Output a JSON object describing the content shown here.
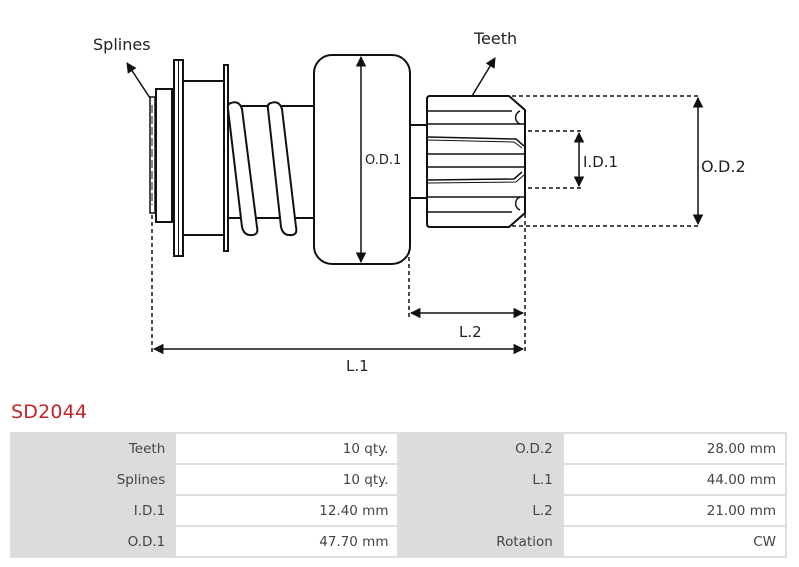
{
  "product": {
    "code": "SD2044"
  },
  "diagram": {
    "labels": {
      "splines": "Splines",
      "teeth": "Teeth",
      "od1": "O.D.1",
      "id1": "I.D.1",
      "od2": "O.D.2",
      "l1": "L.1",
      "l2": "L.2"
    }
  },
  "specs": {
    "rows": [
      {
        "left_label": "Teeth",
        "left_value": "10 qty.",
        "right_label": "O.D.2",
        "right_value": "28.00 mm"
      },
      {
        "left_label": "Splines",
        "left_value": "10 qty.",
        "right_label": "L.1",
        "right_value": "44.00 mm"
      },
      {
        "left_label": "I.D.1",
        "left_value": "12.40 mm",
        "right_label": "L.2",
        "right_value": "21.00 mm"
      },
      {
        "left_label": "O.D.1",
        "left_value": "47.70 mm",
        "right_label": "Rotation",
        "right_value": "CW"
      }
    ]
  },
  "colors": {
    "title": "#c0252b",
    "label_cell": "#dcdcdc",
    "border": "#dedede"
  }
}
